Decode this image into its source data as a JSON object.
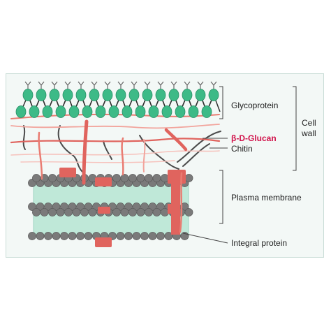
{
  "labels": {
    "glycoprotein": "Glycoprotein",
    "cell": "Cell",
    "wall": "wall",
    "glucan": "β-D-Glucan",
    "chitin": "Chitin",
    "plasma_membrane": "Plasma membrane",
    "integral_protein": "Integral protein"
  },
  "colors": {
    "background_panel": "#f3f8f6",
    "glycoprotein": "#3dba87",
    "glucan_label": "#d1134b",
    "glucan_fiber": "#e0645e",
    "chitin_fiber": "#4a4a4a",
    "membrane_bead": "#7a7a7a",
    "membrane_fill": "#bfe8d8",
    "protein": "#e0645e"
  },
  "icons": [
    "glycoprotein-bead-icon",
    "y-branch-icon",
    "lipid-bead-icon"
  ]
}
